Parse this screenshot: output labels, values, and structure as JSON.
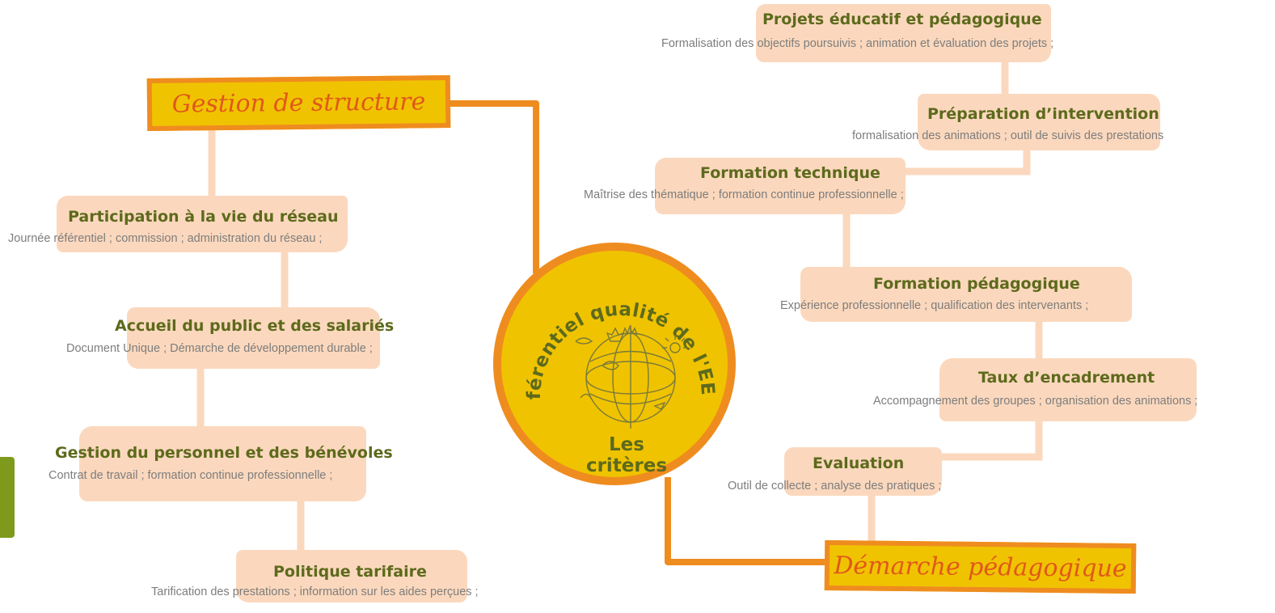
{
  "center": {
    "title": "Référentiel qualité de l'EEDD",
    "subtitle": "Les critères"
  },
  "branches": {
    "left_header": "Gestion de structure",
    "right_header": "Démarche pédagogique"
  },
  "left_nodes": [
    {
      "title": "Participation à la vie du réseau",
      "desc": "Journée référentiel ; commission ; administration du réseau ;"
    },
    {
      "title": "Accueil du public et des salariés",
      "desc": "Document Unique ; Démarche de développement durable ;"
    },
    {
      "title": "Gestion du personnel et des bénévoles",
      "desc": "Contrat de travail ; formation continue professionnelle ;"
    },
    {
      "title": "Politique tarifaire",
      "desc": "Tarification des prestations ; information sur les aides perçues ;"
    }
  ],
  "right_nodes": [
    {
      "title": "Projets éducatif et pédagogique",
      "desc": "Formalisation des objectifs poursuivis ; animation et évaluation des projets ;"
    },
    {
      "title": "Préparation d’intervention",
      "desc": "formalisation des animations ; outil de suivis des prestations"
    },
    {
      "title": "Formation technique",
      "desc": "Maîtrise des thématique ; formation continue professionnelle ;"
    },
    {
      "title": "Formation pédagogique",
      "desc": "Expérience professionnelle ; qualification des intervenants ;"
    },
    {
      "title": "Taux d’encadrement",
      "desc": "Accompagnement des groupes ; organisation des animations ;"
    },
    {
      "title": "Evaluation",
      "desc": "Outil de collecte ; analyse des pratiques ;"
    }
  ],
  "colors": {
    "orange": "#ef8c1f",
    "yellow": "#f0c300",
    "peach": "#fbd8bd",
    "title_green": "#5d6a1c",
    "desc_gray": "#7d7d7d",
    "header_text": "#e0581b"
  },
  "icons": [
    "globe-illustration"
  ]
}
